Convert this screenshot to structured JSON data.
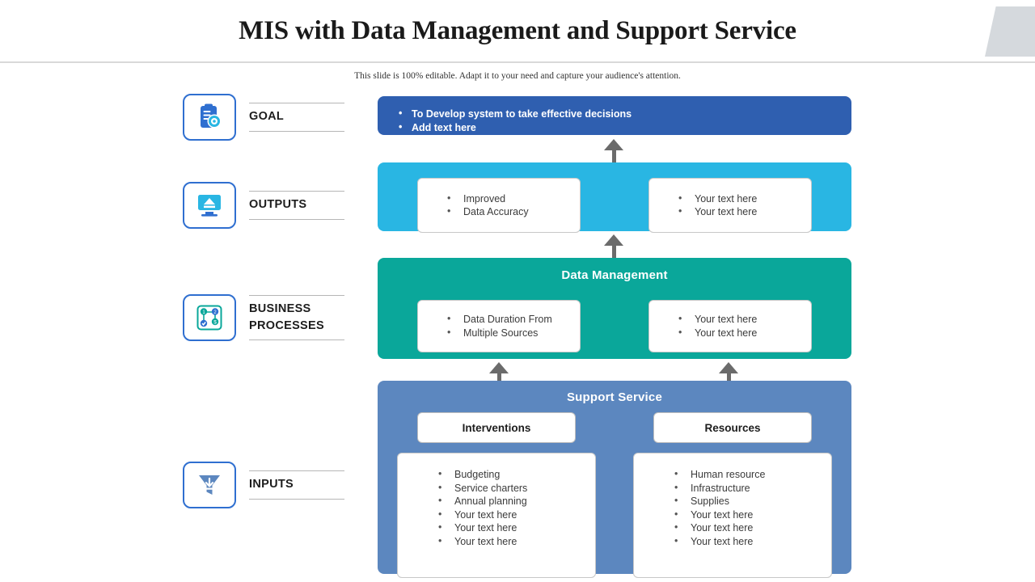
{
  "header": {
    "title": "MIS with Data Management and Support Service",
    "subtitle": "This slide is 100% editable. Adapt it to your need and capture your audience's attention."
  },
  "legend": [
    {
      "label": "GOAL",
      "icon": "clipboard-target-icon"
    },
    {
      "label": "OUTPUTS",
      "icon": "upload-monitor-icon"
    },
    {
      "label": "BUSINESS\nPROCESSES",
      "label_line1": "BUSINESS",
      "label_line2": "PROCESSES",
      "icon": "process-network-icon"
    },
    {
      "label": "INPUTS",
      "icon": "funnel-download-icon"
    }
  ],
  "flow": {
    "goal": {
      "color": "#2f5fb0",
      "items": [
        "To Develop system to take effective decisions",
        "Add text here"
      ]
    },
    "outputs": {
      "color": "#29b6e3",
      "left_card": [
        "Improved",
        "Data Accuracy"
      ],
      "right_card": [
        "Your text here",
        "Your text here"
      ]
    },
    "data_management": {
      "color": "#0aa79a",
      "heading": "Data Management",
      "left_card": [
        "Data Duration From",
        "Multiple Sources"
      ],
      "right_card": [
        "Your text here",
        "Your text here"
      ]
    },
    "support_service": {
      "color": "#5c87bf",
      "heading": "Support Service",
      "left_column": {
        "heading": "Interventions",
        "items": [
          "Budgeting",
          "Service charters",
          "Annual planning",
          "Your text here",
          "Your text here",
          "Your text here"
        ]
      },
      "right_column": {
        "heading": "Resources",
        "items": [
          "Human resource",
          "Infrastructure",
          "Supplies",
          "Your text here",
          "Your text here",
          "Your text here"
        ]
      }
    }
  }
}
